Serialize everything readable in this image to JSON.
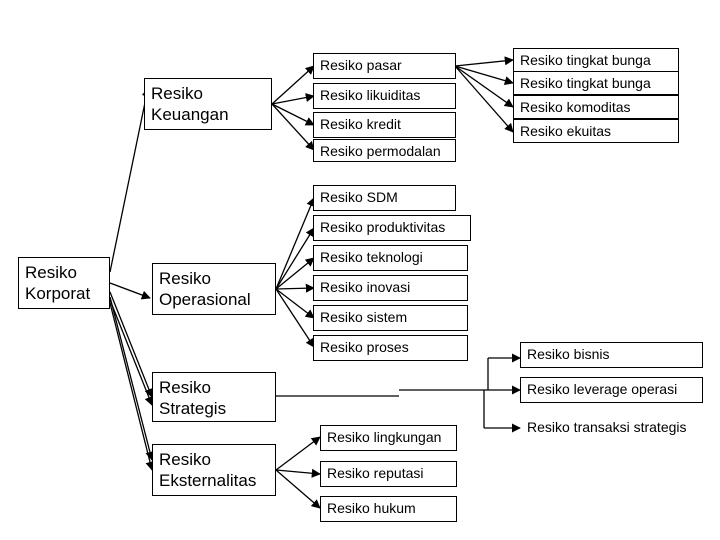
{
  "root": {
    "label": "Resiko Korporat"
  },
  "categories": {
    "keuangan": {
      "label": "Resiko Keuangan",
      "items": [
        "Resiko pasar",
        "Resiko likuiditas",
        "Resiko kredit",
        "Resiko permodalan"
      ],
      "pasar_sub": [
        "Resiko tingkat bunga",
        "Resiko tingkat bunga",
        "Resiko komoditas",
        "Resiko ekuitas"
      ]
    },
    "operasional": {
      "label": "Resiko Operasional",
      "items": [
        "Resiko SDM",
        "Resiko produktivitas",
        "Resiko teknologi",
        "Resiko inovasi",
        "Resiko sistem",
        "Resiko proses"
      ]
    },
    "strategis": {
      "label": "Resiko Strategis",
      "items": [
        "Resiko bisnis",
        "Resiko leverage operasi",
        "Resiko transaksi strategis"
      ]
    },
    "eksternalitas": {
      "label": "Resiko Eksternalitas",
      "items": [
        "Resiko lingkungan",
        "Resiko reputasi",
        "Resiko hukum"
      ]
    }
  }
}
